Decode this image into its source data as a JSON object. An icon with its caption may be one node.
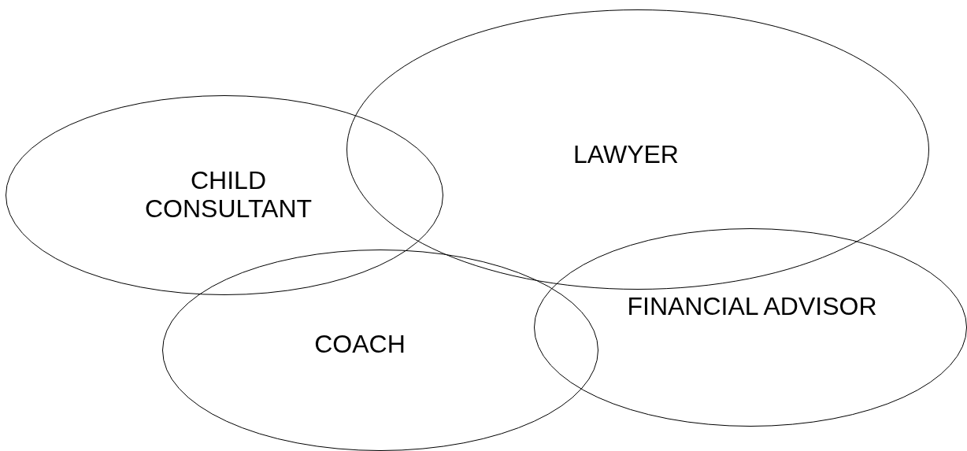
{
  "diagram": {
    "nodes": [
      {
        "text": [
          "CHILD CONSULTANT"
        ]
      },
      {
        "text": [
          "LAWYER"
        ]
      },
      {
        "text": [
          "COACH"
        ]
      },
      {
        "text": [
          "FINANCIAL ADVISOR"
        ]
      }
    ]
  }
}
